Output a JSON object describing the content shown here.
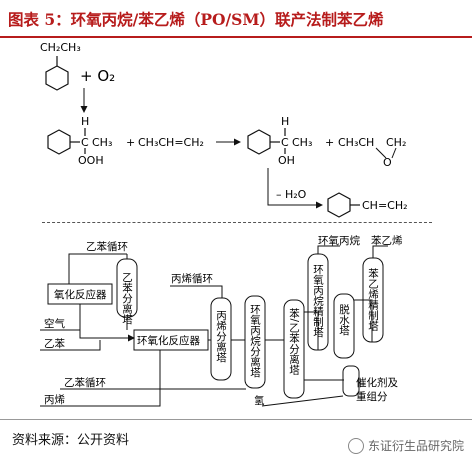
{
  "figure": {
    "title": "图表 5：环氧丙烷/苯乙烯（PO/SM）联产法制苯乙烯"
  },
  "reaction": {
    "ethyl_label": "CH₂CH₃",
    "plus_o2": "+ O₂",
    "h_label": "H",
    "c_label": "C",
    "ch3_label": "CH₃",
    "ooh_label": "OOH",
    "oh_label": "OH",
    "plus1": "+",
    "propene": "CH₃CH=CH₂",
    "h2_label": "H",
    "c2_label": "C",
    "ch3_2_label": "CH₃",
    "plus2": "+",
    "po_label": "CH₃CH",
    "po_ch2": "CH₂",
    "po_o": "O",
    "minus_h2o": "– H₂O",
    "styrene": "CH=CH₂"
  },
  "flow": {
    "ethylbenzene_recycle_top": "乙苯循环",
    "propene_recycle": "丙烯循环",
    "po_product": "环氧丙烷",
    "sm_product": "苯乙烯",
    "oxidation_reactor": "氧化反应器",
    "epox_reactor": "环氧化反应器",
    "air": "空气",
    "ethylbenzene": "乙苯",
    "ethylbenzene_recycle_bottom": "乙苯循环",
    "propene": "丙烯",
    "hydrogen": "氢",
    "col_eb_sep": "乙苯分离塔",
    "col_propene_sep": "丙烯分离塔",
    "col_po_sep": "环氧丙烷分离塔",
    "col_benzene_sep": "苯/乙苯分离塔",
    "col_po_refine": "环氧丙烷精制塔",
    "col_dehydration": "脱水塔",
    "col_sm_refine": "苯乙烯精制塔",
    "catalyst_label_1": "催化剂及",
    "catalyst_label_2": "重组分"
  },
  "footer": {
    "source": "资料来源：公开资料",
    "watermark": "东证衍生品研究院"
  }
}
